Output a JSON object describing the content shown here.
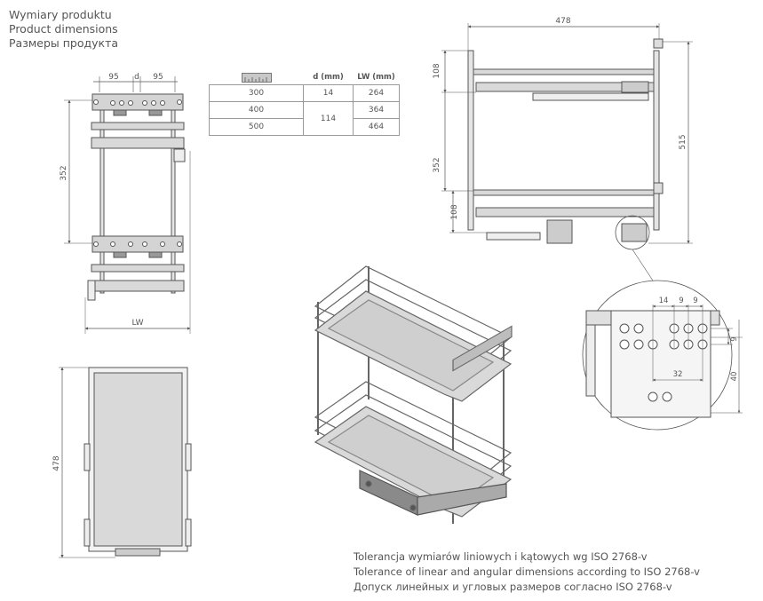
{
  "title": {
    "pl": "Wymiary produktu",
    "en": "Product dimensions",
    "ru": "Размеры продукта"
  },
  "table": {
    "headers": {
      "d": "d (mm)",
      "lw": "LW (mm)"
    },
    "icon": "cabinet-width-icon",
    "rows": [
      {
        "width": "300",
        "d": "14",
        "lw": "264"
      },
      {
        "width": "400",
        "d": "114",
        "lw": "364"
      },
      {
        "width": "500",
        "d": "",
        "lw": "464"
      }
    ]
  },
  "front_view": {
    "dim_left": "95",
    "dim_d": "d",
    "dim_right": "95",
    "dim_height": "352",
    "dim_width": "LW"
  },
  "top_view": {
    "dim_depth": "478"
  },
  "side_view": {
    "dim_depth": "478",
    "dim_top": "108",
    "dim_middle": "352",
    "dim_bottom": "108",
    "dim_height": "515"
  },
  "detail": {
    "dim_14": "14",
    "dim_9a": "9",
    "dim_9b": "9",
    "dim_9c": "9",
    "dim_32": "32",
    "dim_40": "40"
  },
  "tolerance": {
    "pl": "Tolerancja wymiarów liniowych i kątowych wg ISO 2768-v",
    "en": "Tolerance of linear and angular dimensions according to ISO 2768-v",
    "ru": "Допуск линейных и угловых размеров согласно ISO 2768-v"
  },
  "colors": {
    "line": "#555555",
    "fill": "#d9d9d9",
    "dark": "#8a8a8a"
  }
}
